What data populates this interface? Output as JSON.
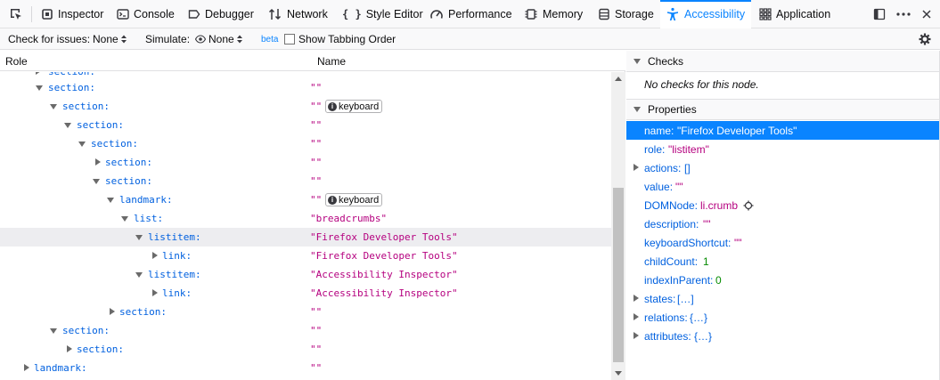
{
  "toolbar": {
    "tabs": [
      {
        "label": "Inspector",
        "icon": "inspector-icon"
      },
      {
        "label": "Console",
        "icon": "console-icon"
      },
      {
        "label": "Debugger",
        "icon": "debugger-icon"
      },
      {
        "label": "Network",
        "icon": "network-icon"
      },
      {
        "label": "Style Editor",
        "icon": "style-editor-icon"
      },
      {
        "label": "Performance",
        "icon": "performance-icon"
      },
      {
        "label": "Memory",
        "icon": "memory-icon"
      },
      {
        "label": "Storage",
        "icon": "storage-icon"
      },
      {
        "label": "Accessibility",
        "icon": "accessibility-icon",
        "active": true
      },
      {
        "label": "Application",
        "icon": "application-icon"
      }
    ],
    "accent": "#0a84ff"
  },
  "subbar": {
    "check_label": "Check for issues:",
    "check_value": "None",
    "simulate_label": "Simulate:",
    "simulate_value": "None",
    "beta": "beta",
    "tabbing_label": "Show Tabbing Order"
  },
  "tree": {
    "col_role": "Role",
    "col_name": "Name",
    "partial_top": "section:",
    "rows": [
      {
        "role": "section:",
        "name": "\"\""
      },
      {
        "role": "section:",
        "name": "\"\"",
        "badge": "keyboard"
      },
      {
        "role": "section:",
        "name": "\"\""
      },
      {
        "role": "section:",
        "name": "\"\""
      },
      {
        "role": "section:",
        "name": "\"\""
      },
      {
        "role": "section:",
        "name": "\"\""
      },
      {
        "role": "landmark:",
        "name": "\"\"",
        "badge": "keyboard"
      },
      {
        "role": "list:",
        "name": "\"breadcrumbs\""
      },
      {
        "role": "listitem:",
        "name": "\"Firefox Developer Tools\"",
        "selected": true
      },
      {
        "role": "link:",
        "name": "\"Firefox Developer Tools\""
      },
      {
        "role": "listitem:",
        "name": "\"Accessibility Inspector\""
      },
      {
        "role": "link:",
        "name": "\"Accessibility Inspector\""
      },
      {
        "role": "section:",
        "name": "\"\""
      },
      {
        "role": "section:",
        "name": "\"\""
      },
      {
        "role": "section:",
        "name": "\"\""
      },
      {
        "role": "landmark:",
        "name": "\"\""
      }
    ]
  },
  "sidebar": {
    "checks_title": "Checks",
    "no_checks": "No checks for this node.",
    "properties_title": "Properties",
    "props": [
      {
        "key": "name:",
        "value": "\"Firefox Developer Tools\"",
        "selected": true
      },
      {
        "key": "role:",
        "value": "\"listitem\""
      },
      {
        "key": "actions:",
        "value": "[]",
        "expandable": true
      },
      {
        "key": "value:",
        "value": "\"\""
      },
      {
        "key": "DOMNode:",
        "value": "li.crumb",
        "node": true
      },
      {
        "key": "description:",
        "value": "\"\""
      },
      {
        "key": "keyboardShortcut:",
        "value": "\"\""
      },
      {
        "key": "childCount:",
        "value": "1"
      },
      {
        "key": "indexInParent:",
        "value": "0"
      },
      {
        "key": "states:",
        "value": "[…]",
        "expandable": true
      },
      {
        "key": "relations:",
        "value": "{…}",
        "expandable": true
      },
      {
        "key": "attributes:",
        "value": "{…}",
        "expandable": true
      }
    ]
  }
}
